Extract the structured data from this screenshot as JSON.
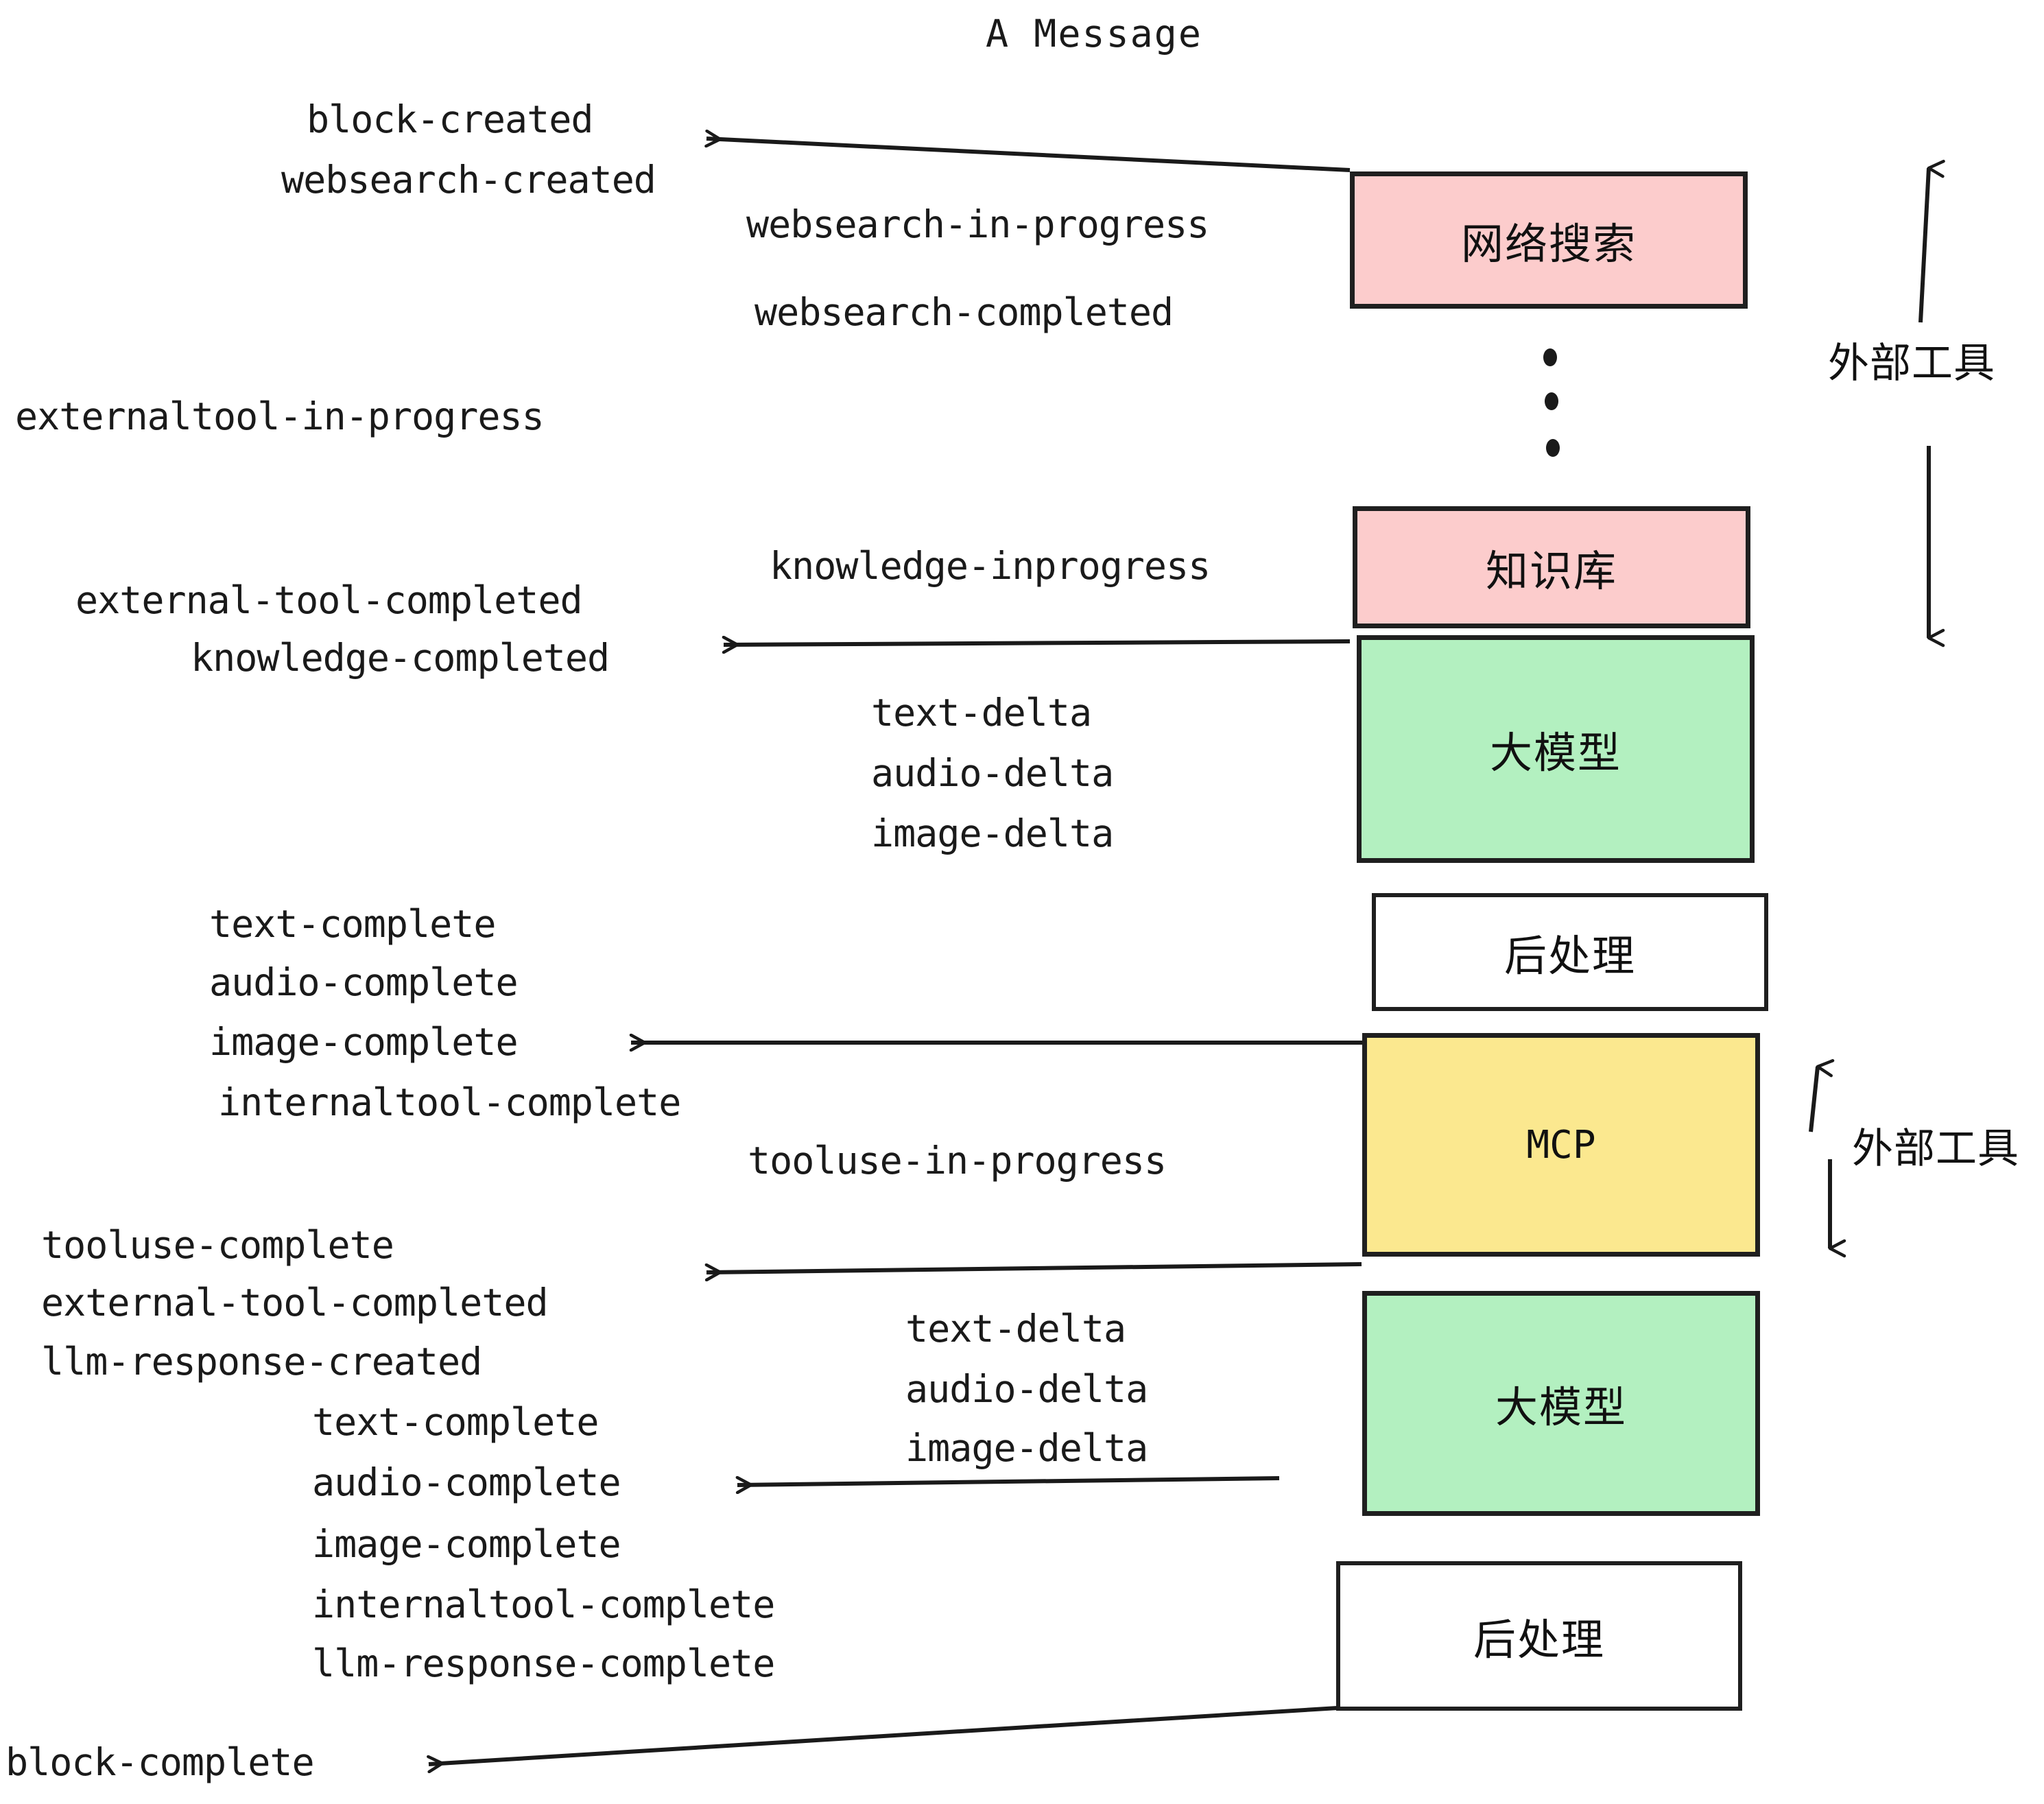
{
  "title": "A Message",
  "colors": {
    "pink": "#fccccc",
    "green": "#b3f0c0",
    "yellow": "#fbe88f",
    "white": "#ffffff",
    "stroke": "#1f1f1f",
    "text": "#1a1a1a"
  },
  "nodes": [
    {
      "id": "websearch",
      "label": "网络搜索",
      "fill": "pink"
    },
    {
      "id": "knowledge",
      "label": "知识库",
      "fill": "pink"
    },
    {
      "id": "llm-1",
      "label": "大模型",
      "fill": "green"
    },
    {
      "id": "postprocess-1",
      "label": "后处理",
      "fill": "white"
    },
    {
      "id": "mcp",
      "label": "MCP",
      "fill": "yellow"
    },
    {
      "id": "llm-2",
      "label": "大模型",
      "fill": "green"
    },
    {
      "id": "postprocess-2",
      "label": "后处理",
      "fill": "white"
    }
  ],
  "side_labels": [
    {
      "id": "external-tools-top",
      "label": "外部工具"
    },
    {
      "id": "external-tools-bottom",
      "label": "外部工具"
    }
  ],
  "events": [
    {
      "id": "block-created",
      "text": "block-created"
    },
    {
      "id": "websearch-created",
      "text": "websearch-created"
    },
    {
      "id": "websearch-in-progress",
      "text": "websearch-in-progress"
    },
    {
      "id": "websearch-completed",
      "text": "websearch-completed"
    },
    {
      "id": "externaltool-in-progress",
      "text": "externaltool-in-progress"
    },
    {
      "id": "knowledge-inprogress",
      "text": "knowledge-inprogress"
    },
    {
      "id": "external-tool-completed-1",
      "text": "external-tool-completed"
    },
    {
      "id": "knowledge-completed",
      "text": "knowledge-completed"
    },
    {
      "id": "text-delta-1",
      "text": "text-delta"
    },
    {
      "id": "audio-delta-1",
      "text": "audio-delta"
    },
    {
      "id": "image-delta-1",
      "text": "image-delta"
    },
    {
      "id": "text-complete-1",
      "text": "text-complete"
    },
    {
      "id": "audio-complete-1",
      "text": "audio-complete"
    },
    {
      "id": "image-complete-1",
      "text": "image-complete"
    },
    {
      "id": "internaltool-complete-1",
      "text": "internaltool-complete"
    },
    {
      "id": "tooluse-in-progress",
      "text": "tooluse-in-progress"
    },
    {
      "id": "tooluse-complete",
      "text": "tooluse-complete"
    },
    {
      "id": "external-tool-completed-2",
      "text": "external-tool-completed"
    },
    {
      "id": "llm-response-created",
      "text": "llm-response-created"
    },
    {
      "id": "text-delta-2",
      "text": "text-delta"
    },
    {
      "id": "audio-delta-2",
      "text": "audio-delta"
    },
    {
      "id": "image-delta-2",
      "text": "image-delta"
    },
    {
      "id": "text-complete-2",
      "text": "text-complete"
    },
    {
      "id": "audio-complete-2",
      "text": "audio-complete"
    },
    {
      "id": "image-complete-2",
      "text": "image-complete"
    },
    {
      "id": "internaltool-complete-2",
      "text": "internaltool-complete"
    },
    {
      "id": "llm-response-complete",
      "text": "llm-response-complete"
    },
    {
      "id": "block-complete",
      "text": "block-complete"
    }
  ]
}
